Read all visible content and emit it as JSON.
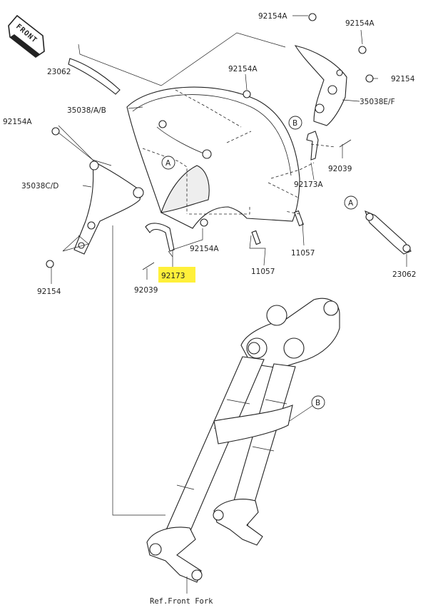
{
  "front_badge": "FRONT",
  "callouts": {
    "p92154A_top": "92154A",
    "p92154A_tr": "92154A",
    "p23062_tl": "23062",
    "p92154A_mid": "92154A",
    "p92154_r": "92154",
    "p35038AB": "35038/A/B",
    "p35038EF": "35038E/F",
    "p92154A_l": "92154A",
    "p35038CD": "35038C/D",
    "p92039_r": "92039",
    "p92173A": "92173A",
    "p92154A_c": "92154A",
    "p11057_r": "11057",
    "p11057_c": "11057",
    "p92154_bl": "92154",
    "p92039_l": "92039",
    "p92173": "92173",
    "p23062_br": "23062"
  },
  "refs": {
    "a1": "A",
    "a2": "A",
    "b1": "B",
    "b2": "B"
  },
  "footer": "Ref.Front Fork",
  "highlight_color": "#fff03a"
}
